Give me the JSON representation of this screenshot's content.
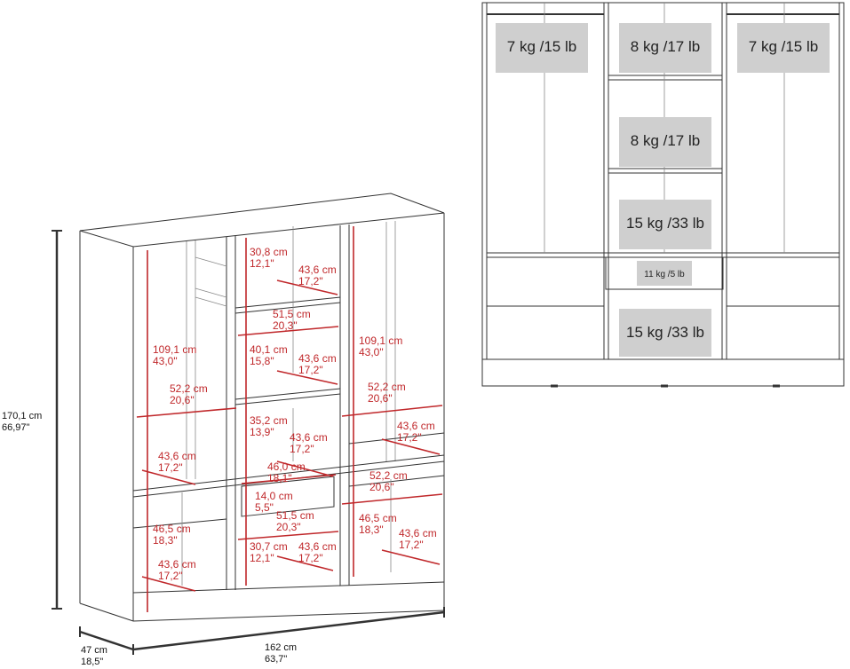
{
  "colors": {
    "dimension": "#c0282b",
    "weight_box": "#cfcfcf"
  },
  "overall": {
    "height": {
      "cm": "170,1 cm",
      "in": "66,97\""
    },
    "depth": {
      "cm": "47 cm",
      "in": "18,5\""
    },
    "width": {
      "cm": "162 cm",
      "in": "63,7\""
    }
  },
  "dimensions": [
    {
      "cm": "30,8 cm",
      "in": "12,1\""
    },
    {
      "cm": "43,6 cm",
      "in": "17,2\""
    },
    {
      "cm": "51,5 cm",
      "in": "20,3\""
    },
    {
      "cm": "40,1 cm",
      "in": "15,8\""
    },
    {
      "cm": "43,6 cm",
      "in": "17,2\""
    },
    {
      "cm": "109,1 cm",
      "in": "43,0\""
    },
    {
      "cm": "109,1 cm",
      "in": "43,0\""
    },
    {
      "cm": "52,2 cm",
      "in": "20,6\""
    },
    {
      "cm": "52,2 cm",
      "in": "20,6\""
    },
    {
      "cm": "35,2 cm",
      "in": "13,9\""
    },
    {
      "cm": "43,6 cm",
      "in": "17,2\""
    },
    {
      "cm": "43,6 cm",
      "in": "17,2\""
    },
    {
      "cm": "43,6 cm",
      "in": "17,2\""
    },
    {
      "cm": "46,0 cm",
      "in": "18,1\""
    },
    {
      "cm": "52,2 cm",
      "in": "20,6\""
    },
    {
      "cm": "14,0 cm",
      "in": "5,5\""
    },
    {
      "cm": "51,5 cm",
      "in": "20,3\""
    },
    {
      "cm": "46,5 cm",
      "in": "18,3\""
    },
    {
      "cm": "46,5 cm",
      "in": "18,3\""
    },
    {
      "cm": "43,6 cm",
      "in": "17,2\""
    },
    {
      "cm": "30,7 cm",
      "in": "12,1\""
    },
    {
      "cm": "43,6 cm",
      "in": "17,2\""
    },
    {
      "cm": "43,6 cm",
      "in": "17,2\""
    }
  ],
  "weights": [
    "7 kg /15 lb",
    "8 kg /17 lb",
    "7 kg /15 lb",
    "8 kg /17 lb",
    "15 kg /33 lb",
    "11 kg /5 lb",
    "15 kg /33 lb"
  ]
}
